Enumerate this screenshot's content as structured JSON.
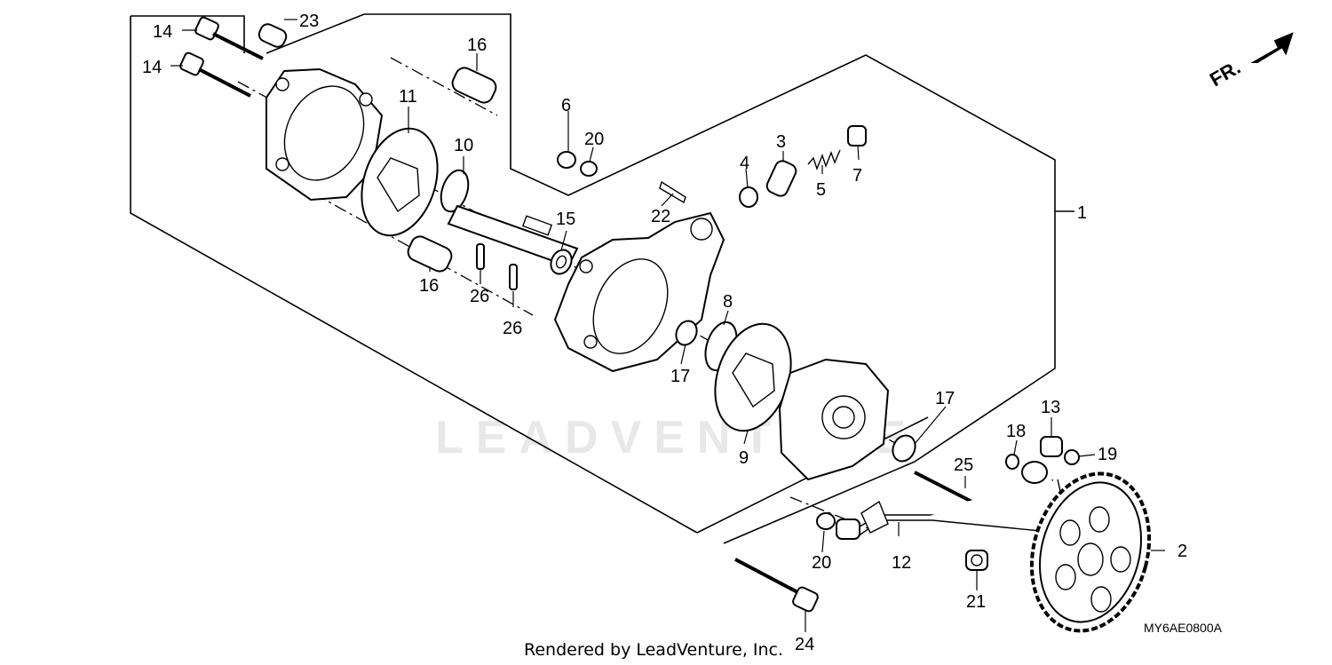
{
  "diagram": {
    "code": "MY6AE0800A",
    "credit": "Rendered by LeadVenture, Inc.",
    "watermark": "LEADVENTURE",
    "front_label": "FR.",
    "callouts": [
      "1",
      "2",
      "3",
      "4",
      "5",
      "6",
      "7",
      "8",
      "9",
      "10",
      "11",
      "12",
      "13",
      "14",
      "14",
      "15",
      "16",
      "16",
      "17",
      "17",
      "18",
      "19",
      "20",
      "20",
      "21",
      "22",
      "23",
      "24",
      "25",
      "26",
      "26"
    ]
  }
}
